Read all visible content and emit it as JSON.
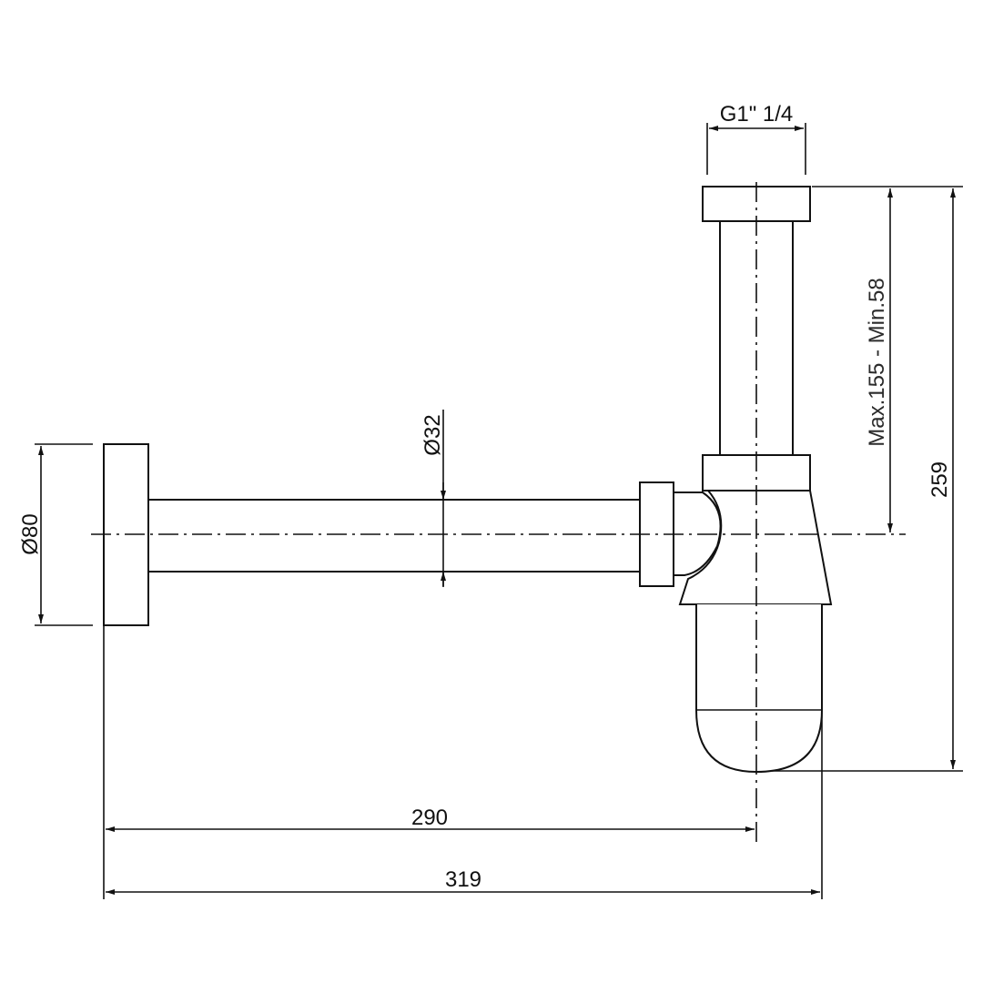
{
  "drawing": {
    "dimensions": {
      "thread_size": "G1\" 1/4",
      "height_range": "Max.155 - Min.58",
      "total_height": "259",
      "pipe_diameter": "Ø32",
      "flange_diameter": "Ø80",
      "horizontal_to_axis": "290",
      "total_length": "319"
    },
    "colors": {
      "line": "#111111",
      "background": "#ffffff"
    }
  }
}
